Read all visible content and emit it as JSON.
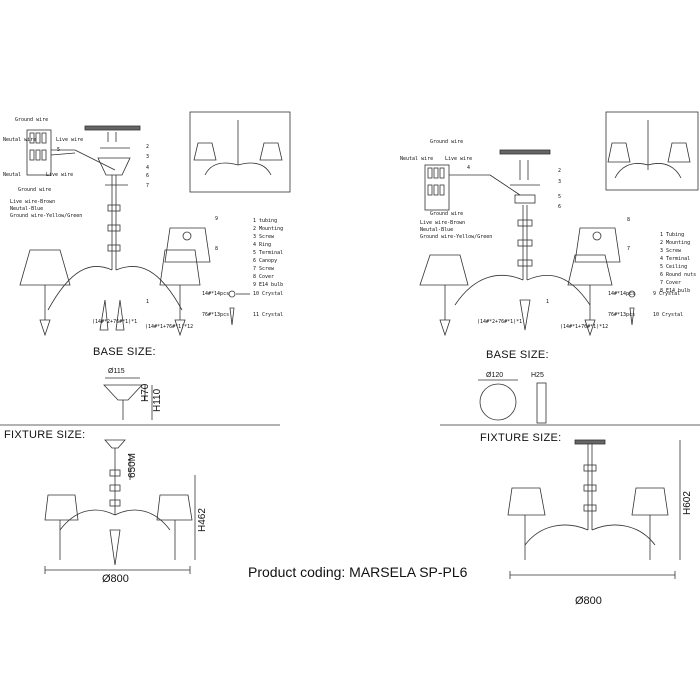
{
  "left": {
    "wiring": {
      "ground_top": "Ground wire",
      "neutal_top": "Neutal wire",
      "live_top": "Live wire",
      "neutal_bottom": "Neutal",
      "live_bottom": "Live wire",
      "ground_bottom": "Ground wire",
      "num5": "5"
    },
    "wire_legend": [
      "Live wire-Brown",
      "Neutal-Blue",
      "Ground wire-Yellow/Green"
    ],
    "callouts": [
      "2",
      "3",
      "4",
      "6",
      "7",
      "1",
      "9",
      "8",
      "10 Crystal",
      "11 Crystal"
    ],
    "parts": [
      "1 tubing",
      "2 Mounting",
      "3 Screw",
      "4 Ring",
      "5 Terminal",
      "6 Canopy",
      "7 Screw",
      "8 Cover",
      "9 E14 bulb"
    ],
    "crystal_counts": [
      "14#*14pcs",
      "76#*13pcs"
    ],
    "arm_notes": [
      "(14#*2+76#*1)*1",
      "(14#*1+76#*1)*12"
    ],
    "base_title": "BASE SIZE:",
    "base_dims": {
      "dia": "Ø115",
      "h1": "H70",
      "h2": "H110"
    },
    "fixture_title": "FIXTURE SIZE:",
    "fixture_dims": {
      "chain": "650M",
      "height": "H462",
      "width": "Ø800"
    }
  },
  "right": {
    "wiring": {
      "ground_top": "Ground wire",
      "neutal_top": "Neutal wire",
      "live_top": "Live wire",
      "ground_bottom": "Ground wire",
      "num4": "4"
    },
    "wire_legend": [
      "Live wire-Brown",
      "Neutal-Blue",
      "Ground wire-Yellow/Green"
    ],
    "callouts": [
      "2",
      "3",
      "5",
      "6",
      "8",
      "7",
      "1",
      "9 Crystal",
      "10 Crystal"
    ],
    "parts": [
      "1 Tubing",
      "2 Mounting",
      "3 Screw",
      "4 Terminal",
      "5 Ceiling",
      "6 Round nuts",
      "7 Cover",
      "8 E14 bulb"
    ],
    "crystal_counts": [
      "14#*14pcs",
      "76#*13pcs"
    ],
    "arm_notes": [
      "(14#*2+76#*1)*1",
      "(14#*1+76#*1)*12"
    ],
    "base_title": "BASE SIZE:",
    "base_dims": {
      "dia": "Ø120",
      "h": "H25"
    },
    "fixture_title": "FIXTURE SIZE:",
    "fixture_dims": {
      "height": "H602",
      "width": "Ø800"
    }
  },
  "product_coding": "Product coding: MARSELA SP-PL6"
}
